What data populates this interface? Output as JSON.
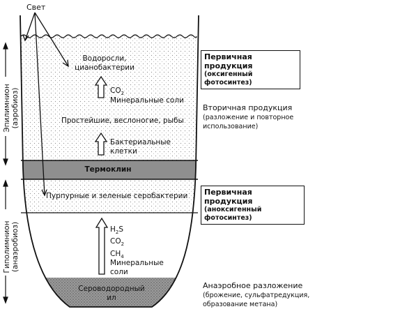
{
  "light_label": "Свет",
  "zones": {
    "epilimnion": "Эпилимнион",
    "epilimnion_sub": "(аэробиоз)",
    "hypolimnion": "Гиполимнион",
    "hypolimnion_sub": "(анаэробиоз)"
  },
  "lake": {
    "algae": "Водоросли,",
    "algae2": "цианобактерии",
    "co2_top": "CO",
    "co2_top_sub": "2",
    "mineral_top": "Минеральные соли",
    "consumers": "Простейшие, веслоногие, рыбы",
    "bacterial": "Бактериальные",
    "bacterial2": "клетки",
    "thermocline": "Термоклин",
    "sulfur_bacteria": "Пурпурные и зеленые серобактерии",
    "h2s": "H",
    "h2s_sub": "2",
    "h2s_tail": "S",
    "co2_bot": "CO",
    "co2_bot_sub": "2",
    "ch4": "CH",
    "ch4_sub": "4",
    "mineral_bot": "Минеральные",
    "mineral_bot2": "соли",
    "sludge": "Сероводородный",
    "sludge2": "ил"
  },
  "right": {
    "primary1_title": "Первичная продукция",
    "primary1_sub": "(оксигенный фотосинтез)",
    "secondary_title": "Вторичная продукция",
    "secondary_sub1": "(разложение и  повторное",
    "secondary_sub2": "использование)",
    "primary2_title": "Первичная продукция",
    "primary2_sub": "(аноксигенный фотосинтез)",
    "anaerobic_title": "Анаэробное разложение",
    "anaerobic_sub1": "(брожение, сульфатредукция,",
    "anaerobic_sub2": "образование метана)"
  }
}
